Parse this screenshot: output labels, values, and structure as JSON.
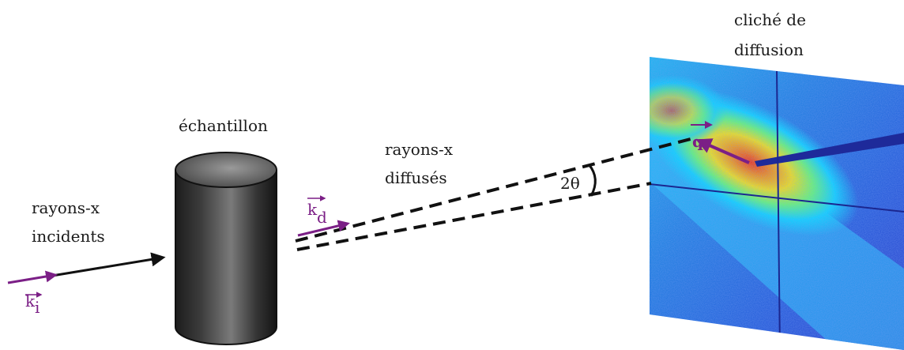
{
  "labels": {
    "detector_title_line1": "cliché de",
    "detector_title_line2": "diffusion",
    "sample": "échantillon",
    "scattered_line1": "rayons-x",
    "scattered_line2": "diffusés",
    "incident_line1": "rayons-x",
    "incident_line2": "incidents",
    "angle": "2θ"
  },
  "vectors": {
    "incident": {
      "letter": "k",
      "subscript": "i"
    },
    "scattered": {
      "letter": "k",
      "subscript": "d"
    },
    "scattering": {
      "letter": "q",
      "subscript": ""
    }
  },
  "colors": {
    "vector": "#7b1f86",
    "beam": "#111111",
    "cylinder": "#3a3a3a"
  }
}
